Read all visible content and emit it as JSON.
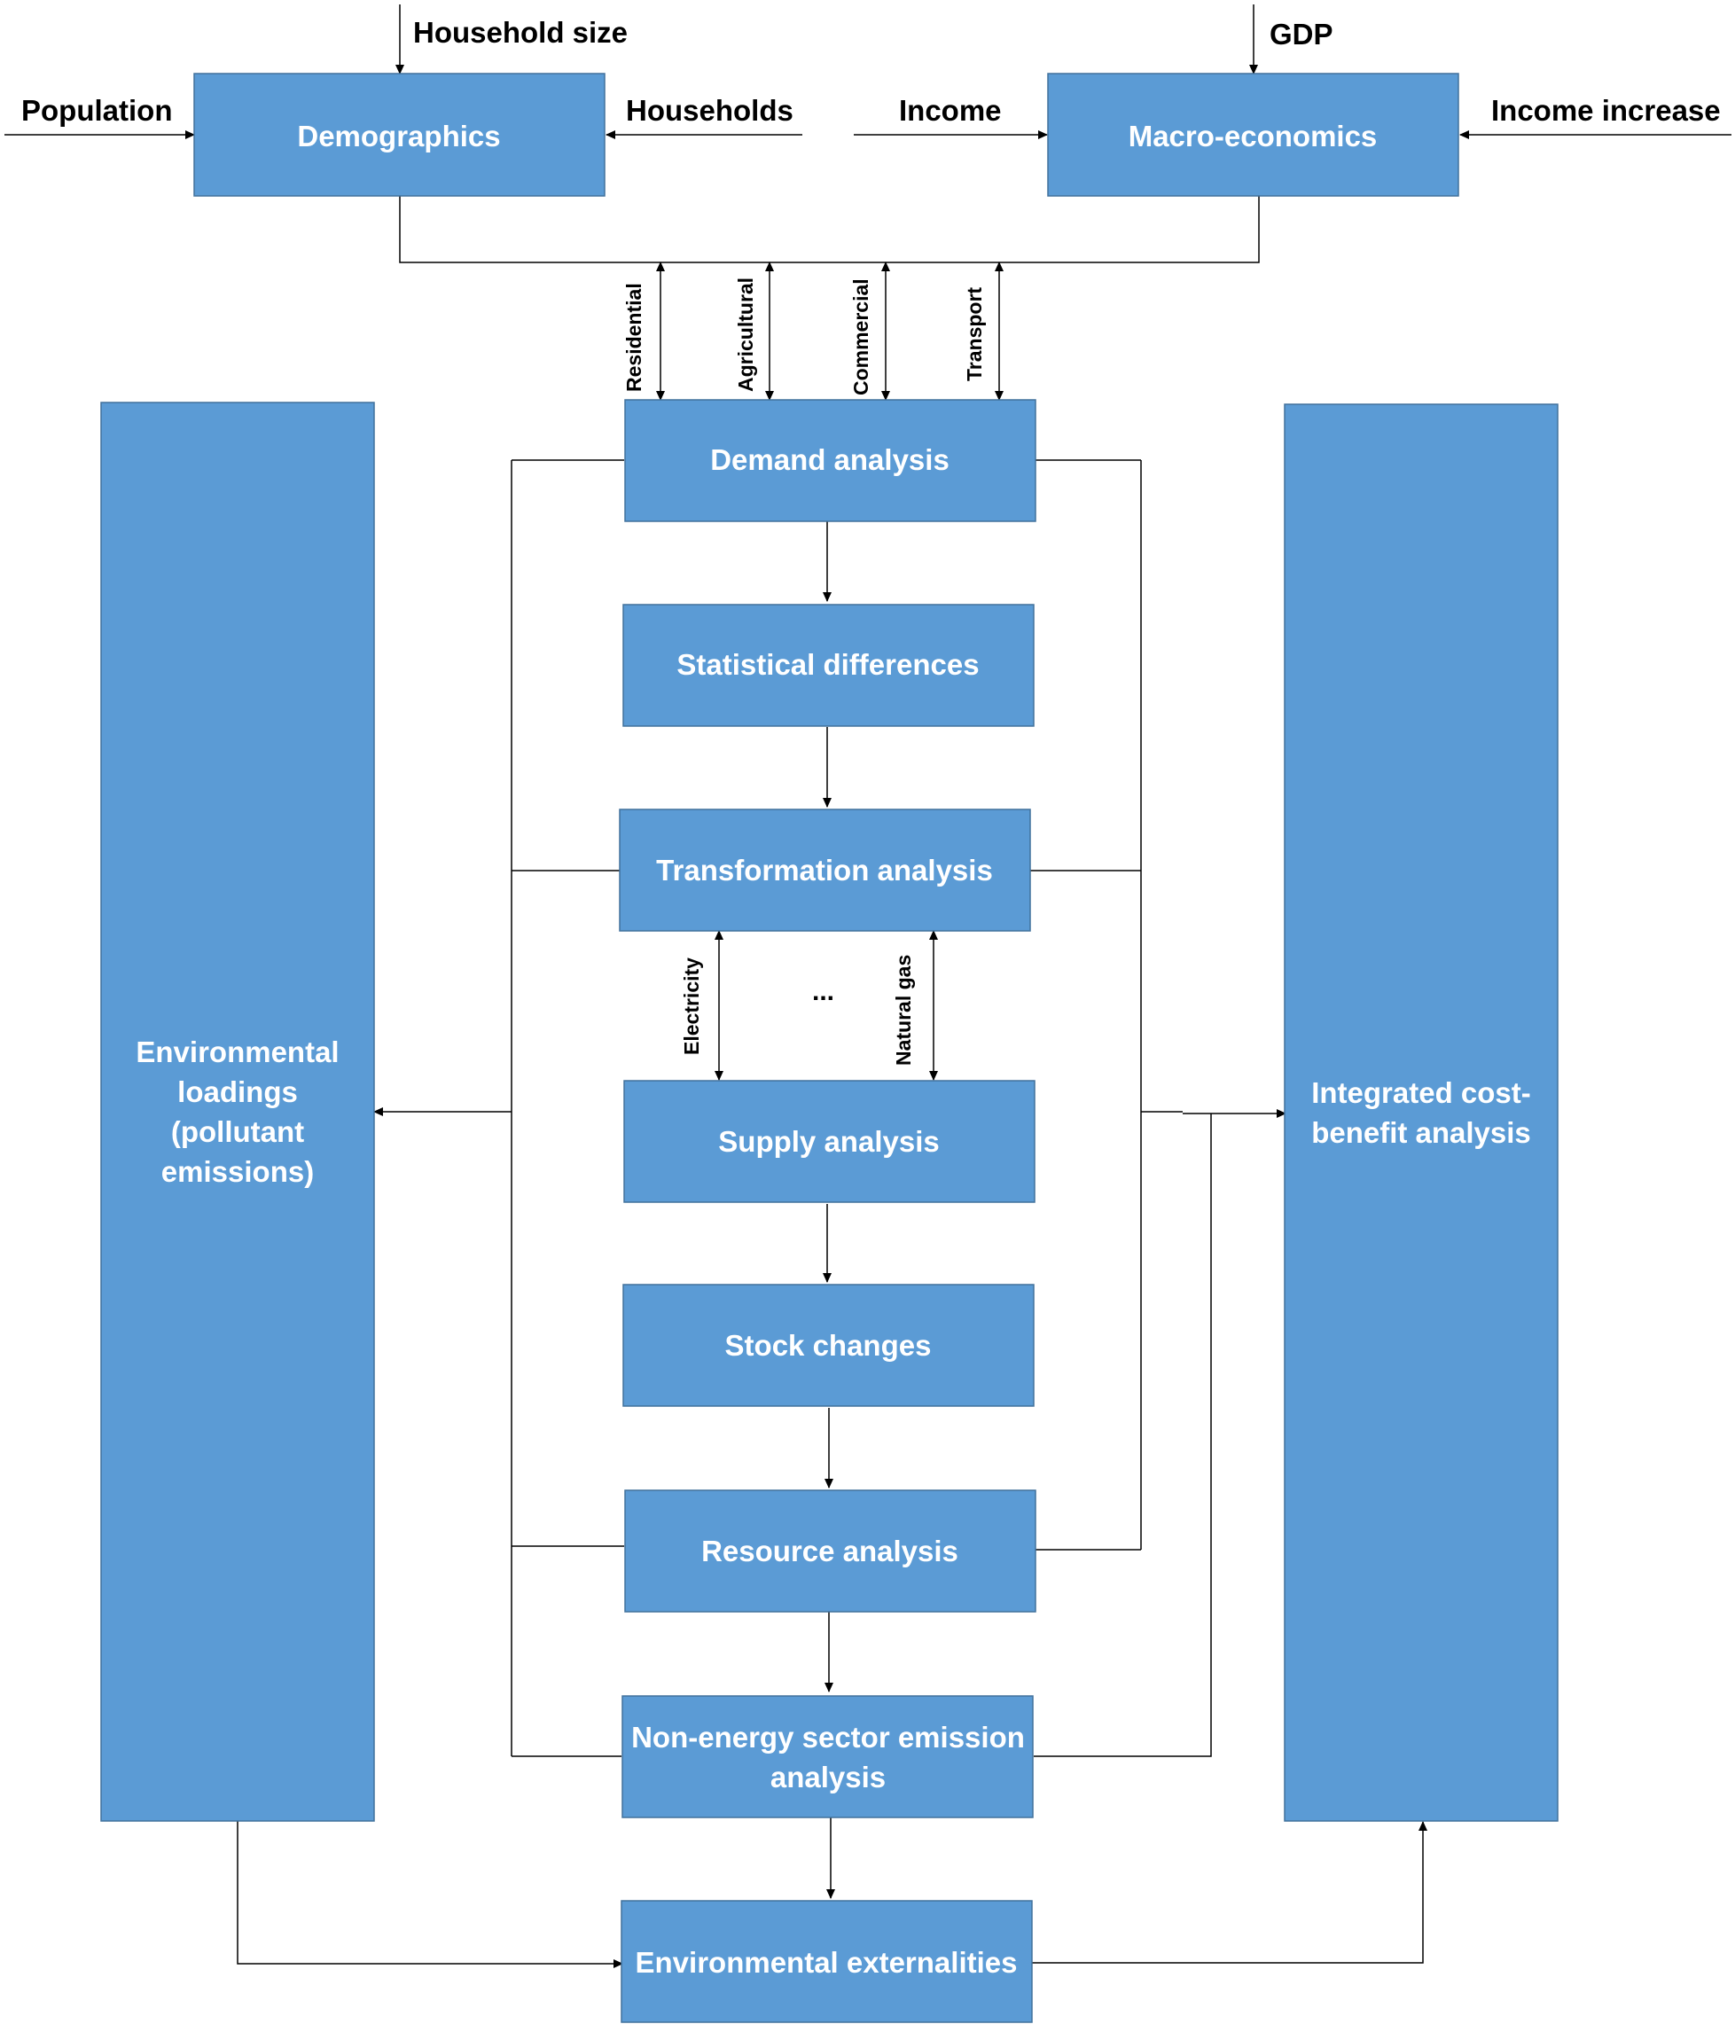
{
  "boxes": {
    "demographics": "Demographics",
    "macro_economics": "Macro-economics",
    "demand_analysis": "Demand analysis",
    "statistical_differences": "Statistical differences",
    "transformation_analysis": "Transformation analysis",
    "supply_analysis": "Supply analysis",
    "stock_changes": "Stock changes",
    "resource_analysis": "Resource analysis",
    "non_energy_line1": "Non-energy sector emission",
    "non_energy_line2": "analysis",
    "environmental_externalities": "Environmental externalities",
    "env_loadings_line1": "Environmental",
    "env_loadings_line2": "loadings",
    "env_loadings_line3": "(pollutant",
    "env_loadings_line4": "emissions)",
    "cost_benefit_line1": "Integrated cost-",
    "cost_benefit_line2": "benefit analysis"
  },
  "inputs": {
    "household_size": "Household size",
    "population": "Population",
    "households": "Households",
    "income": "Income",
    "gdp": "GDP",
    "income_increase": "Income increase"
  },
  "sectors": {
    "residential": "Residential",
    "agricultural": "Agricultural",
    "commercial": "Commercial",
    "transport": "Transport"
  },
  "fuels": {
    "electricity": "Electricity",
    "ellipsis": "...",
    "natural_gas": "Natural gas"
  }
}
